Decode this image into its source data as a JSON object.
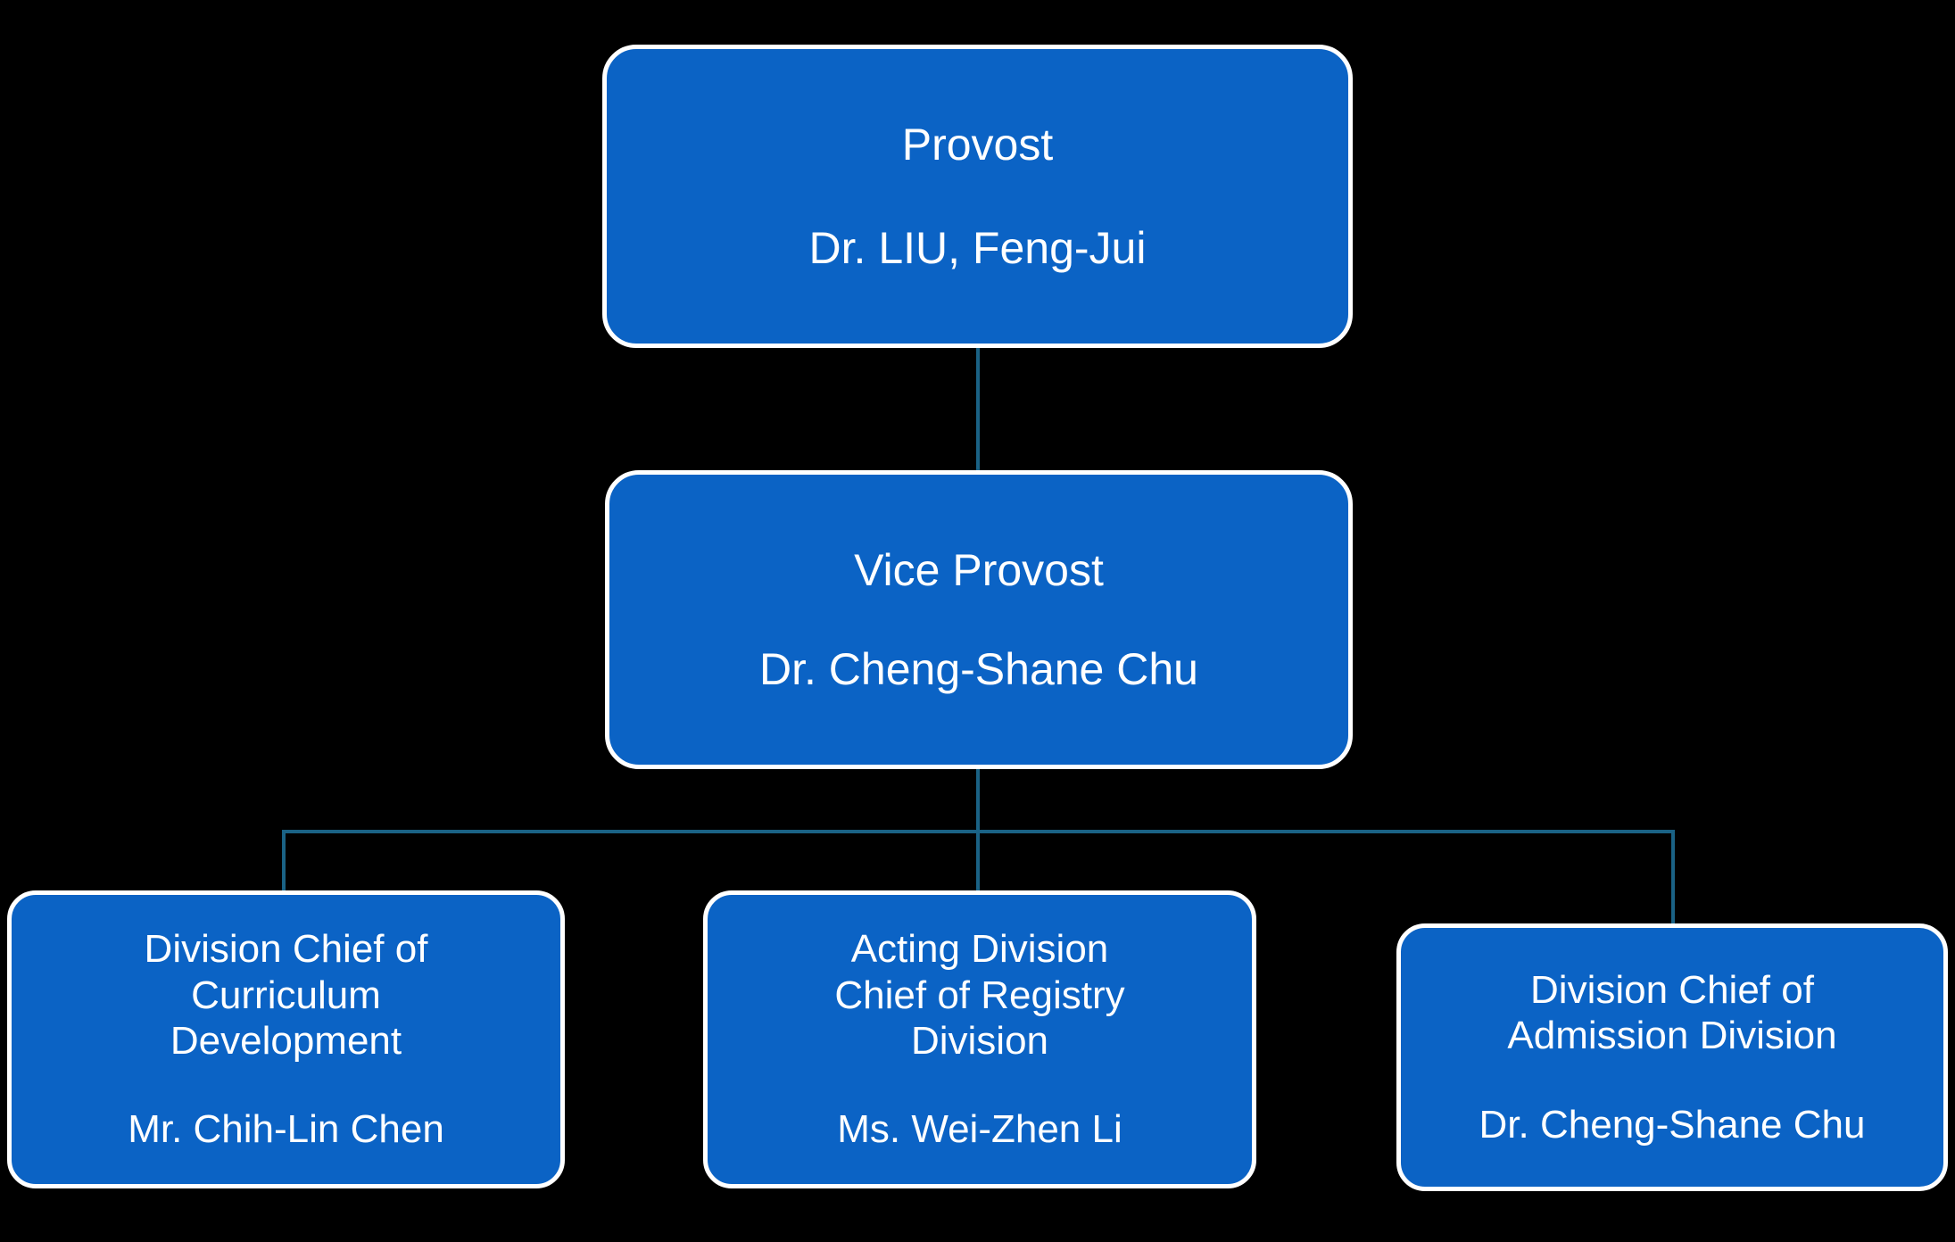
{
  "chart_type": "organizational-chart",
  "colors": {
    "background": "#000000",
    "node_fill": "#0B63C5",
    "node_border": "#FFFFFF",
    "node_text": "#FFFFFF",
    "connector": "#1A6285"
  },
  "nodes": {
    "provost": {
      "title": "Provost",
      "person": "Dr. LIU, Feng-Jui"
    },
    "vice_provost": {
      "title": "Vice Provost",
      "person": "Dr. Cheng-Shane Chu"
    },
    "curriculum": {
      "title": "Division Chief of\nCurriculum\nDevelopment",
      "person": "Mr. Chih-Lin Chen"
    },
    "registry": {
      "title": "Acting Division\nChief of Registry\nDivision",
      "person": "Ms. Wei-Zhen Li"
    },
    "admission": {
      "title": "Division Chief of\nAdmission Division",
      "person": "Dr. Cheng-Shane Chu"
    }
  },
  "connectors": [
    {
      "name": "provost-to-vice-provost",
      "orientation": "vertical"
    },
    {
      "name": "vice-provost-to-bus",
      "orientation": "vertical"
    },
    {
      "name": "level-three-bus",
      "orientation": "horizontal"
    },
    {
      "name": "bus-to-curriculum",
      "orientation": "vertical"
    },
    {
      "name": "bus-to-registry",
      "orientation": "vertical"
    },
    {
      "name": "bus-to-admission",
      "orientation": "vertical"
    }
  ]
}
